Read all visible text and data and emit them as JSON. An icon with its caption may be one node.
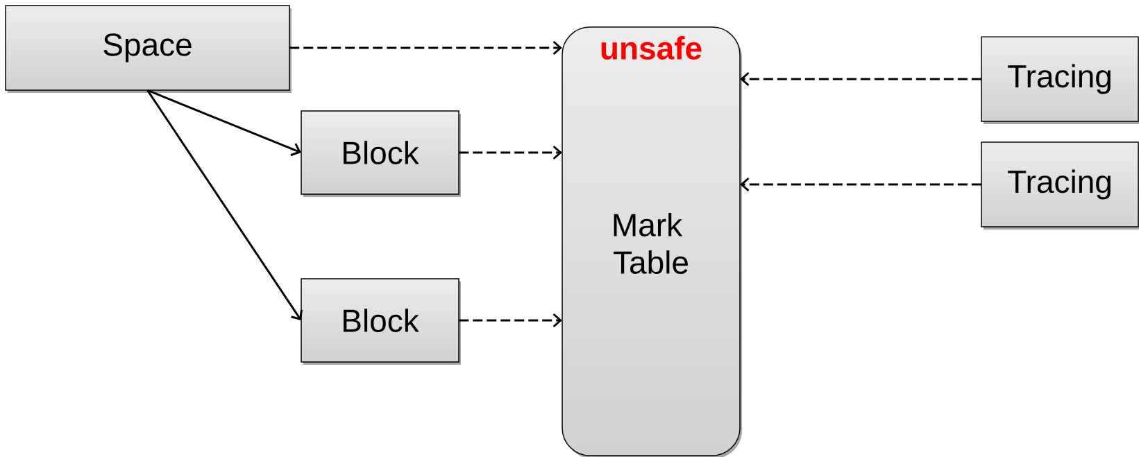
{
  "diagram": {
    "nodes": [
      {
        "text": [
          "Space"
        ]
      },
      {
        "text": [
          "Block"
        ]
      },
      {
        "text": [
          "Block"
        ]
      },
      {
        "text": [
          "unsafe",
          "Mark",
          "Table"
        ]
      },
      {
        "text": [
          "Tracing"
        ]
      },
      {
        "text": [
          "Tracing"
        ]
      }
    ],
    "edges": [
      {
        "from": 0,
        "to": 1,
        "arrow": "to"
      },
      {
        "from": 0,
        "to": 2,
        "arrow": "to"
      },
      {
        "from": 0,
        "to": 3,
        "arrow": "to",
        "style": "dashed"
      },
      {
        "from": 1,
        "to": 3,
        "arrow": "to",
        "style": "dashed"
      },
      {
        "from": 2,
        "to": 3,
        "arrow": "to",
        "style": "dashed"
      },
      {
        "from": 4,
        "to": 3,
        "arrow": "to",
        "style": "dashed"
      },
      {
        "from": 5,
        "to": 3,
        "arrow": "to",
        "style": "dashed"
      }
    ]
  }
}
